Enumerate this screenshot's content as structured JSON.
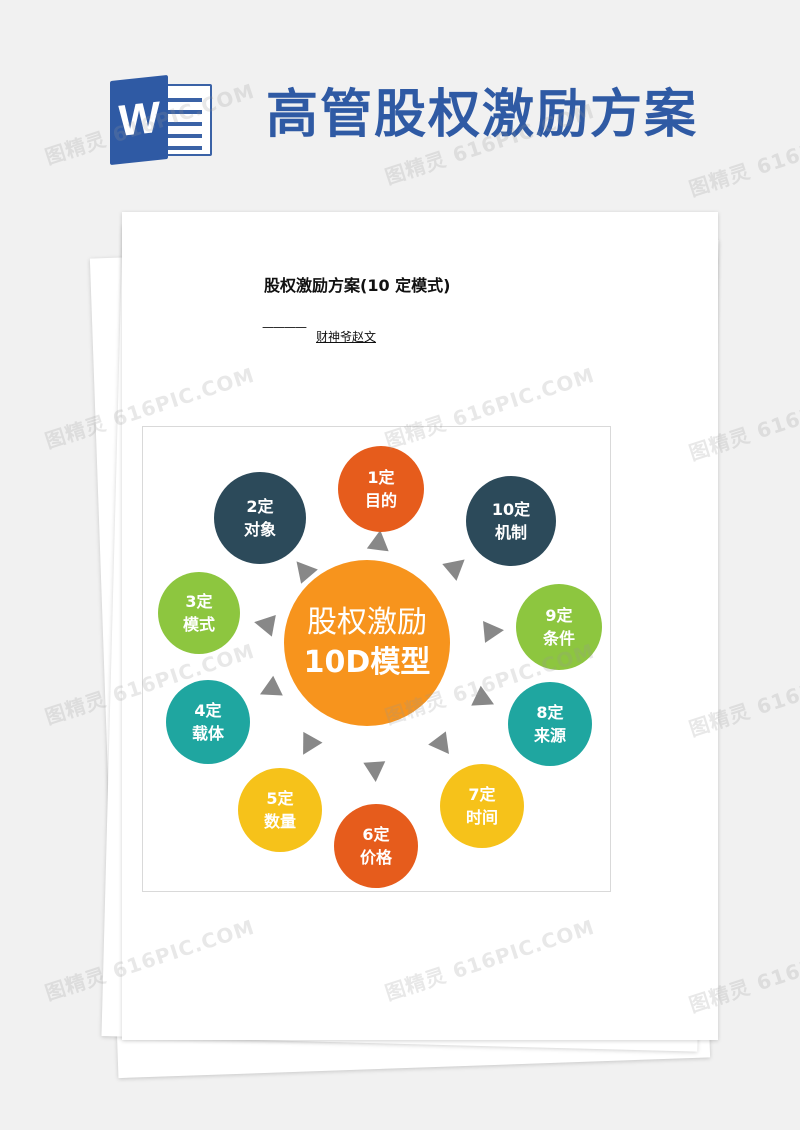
{
  "banner": {
    "app_letter": "W",
    "title": "高管股权激励方案"
  },
  "document": {
    "title": "股权激励方案(10  定模式)",
    "byline_dashes": "————",
    "author": "财神爷赵文"
  },
  "diagram": {
    "center": {
      "line1": "股权激励",
      "line2": "10D模型",
      "color": "#f7941d"
    },
    "nodes": [
      {
        "num": "1定",
        "label": "目的",
        "color": "#e65c1c"
      },
      {
        "num": "2定",
        "label": "对象",
        "color": "#2c4a5a"
      },
      {
        "num": "3定",
        "label": "模式",
        "color": "#8dc63f"
      },
      {
        "num": "4定",
        "label": "载体",
        "color": "#1fa6a0"
      },
      {
        "num": "5定",
        "label": "数量",
        "color": "#f6c21a"
      },
      {
        "num": "6定",
        "label": "价格",
        "color": "#e65c1c"
      },
      {
        "num": "7定",
        "label": "时间",
        "color": "#f6c21a"
      },
      {
        "num": "8定",
        "label": "来源",
        "color": "#1fa6a0"
      },
      {
        "num": "9定",
        "label": "条件",
        "color": "#8dc63f"
      },
      {
        "num": "10定",
        "label": "机制",
        "color": "#2c4a5a"
      }
    ],
    "arrow_color": "#888888"
  },
  "watermark_text": "图精灵 616PIC.COM"
}
